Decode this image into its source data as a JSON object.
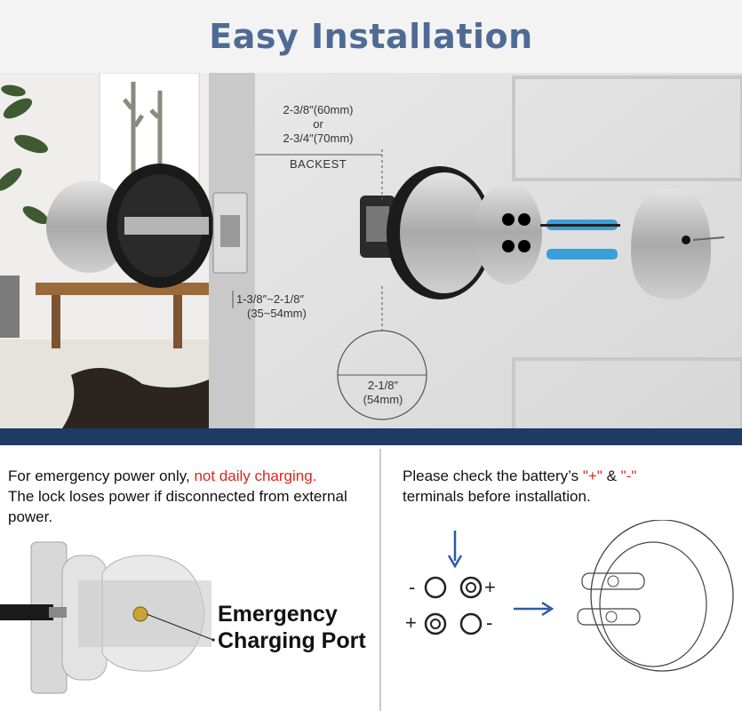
{
  "header": {
    "title": "Easy Installation"
  },
  "dimensions": {
    "backset_1": "2-3/8″(60mm)",
    "backset_or": "or",
    "backset_2": "2-3/4″(70mm)",
    "backset_label": "BACKEST",
    "door_thickness_1": "1-3/8″~2-1/8″",
    "door_thickness_2": "(35~54mm)",
    "hole_1": "2-1/8″",
    "hole_2": "(54mm)"
  },
  "left_note": {
    "text_1": "For emergency power only, ",
    "highlight": "not daily charging.",
    "text_2": "The lock loses power if disconnected from external power."
  },
  "right_note": {
    "text_1": "Please check the battery’s ",
    "plus": "\"+\"",
    "amp": " & ",
    "minus": "\"-\"",
    "text_2": "terminals before installation."
  },
  "port_label": {
    "line1": "Emergency",
    "line2": "Charging Port"
  },
  "battery_terminals": {
    "tl": "-",
    "tr": "+",
    "bl": "+",
    "br": "-"
  },
  "colors": {
    "title": "#4f6b94",
    "band": "#1f3a63",
    "highlight": "#d9271c",
    "arrow": "#2b5aa8"
  }
}
